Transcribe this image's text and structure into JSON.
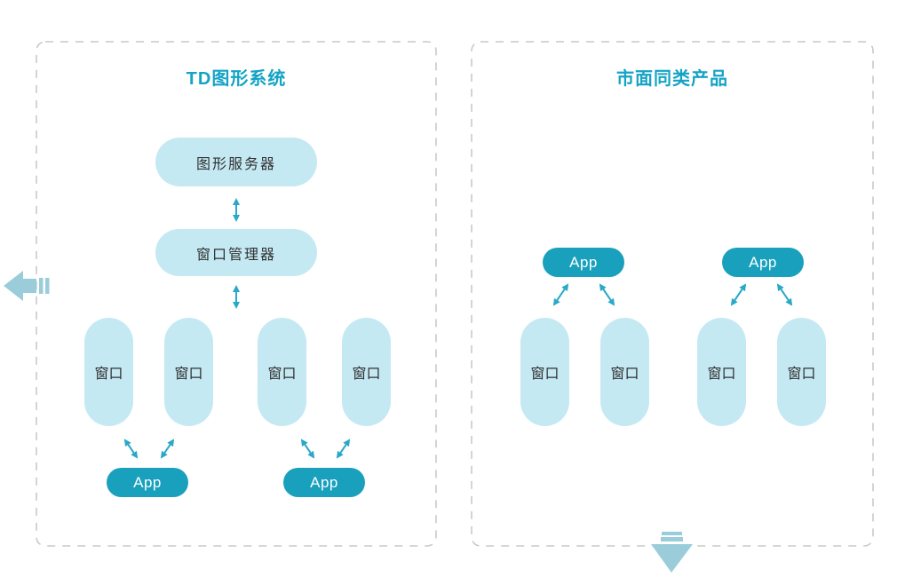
{
  "left_panel": {
    "title": "TD图形系统",
    "server_label": "图形服务器",
    "manager_label": "窗口管理器",
    "window_labels": [
      "窗口",
      "窗口",
      "窗口",
      "窗口"
    ],
    "app_labels": [
      "App",
      "App"
    ]
  },
  "right_panel": {
    "title": "市面同类产品",
    "window_labels": [
      "窗口",
      "窗口",
      "窗口",
      "窗口"
    ],
    "app_labels": [
      "App",
      "App"
    ]
  },
  "icons": {
    "left_nav": "prev-slide-arrow",
    "down_nav": "next-slide-arrow"
  },
  "colors": {
    "title_accent": "#14a3c5",
    "node_light_fill": "#c5e9f3",
    "app_fill": "#19a0bd",
    "arrow": "#29a8c8",
    "nav_icon": "#9acdd9",
    "dashed_border": "#c9c9c9",
    "node_text": "#303030",
    "app_text": "#ffffff"
  }
}
